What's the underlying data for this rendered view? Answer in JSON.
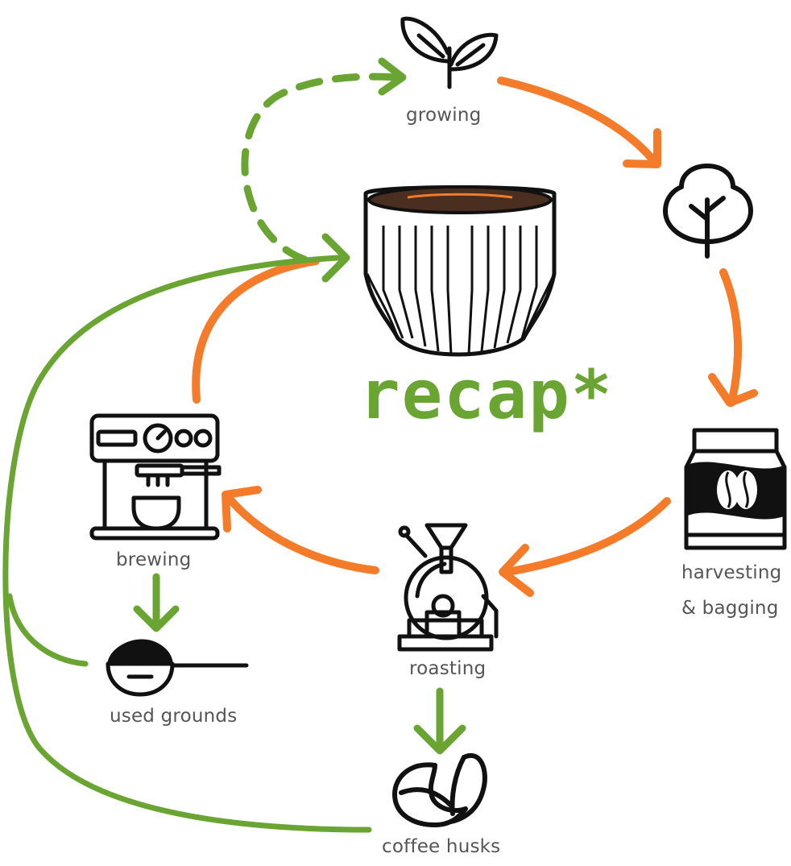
{
  "brand": {
    "name": "recap*",
    "color": "#6aa534"
  },
  "colors": {
    "orange": "#f47b2a",
    "green": "#6aa534",
    "icon": "#111111"
  },
  "stages": {
    "growing": {
      "label": "growing",
      "icon": "sprout-icon"
    },
    "tree": {
      "icon": "tree-icon"
    },
    "harvesting": {
      "label_line1": "harvesting",
      "label_line2": "& bagging",
      "icon": "coffee-bag-icon"
    },
    "roasting": {
      "label": "roasting",
      "icon": "roaster-icon"
    },
    "brewing": {
      "label": "brewing",
      "icon": "espresso-machine-icon"
    },
    "used_grounds": {
      "label": "used grounds",
      "icon": "scoop-icon"
    },
    "coffee_husks": {
      "label": "coffee husks",
      "icon": "husk-icon"
    },
    "cup": {
      "icon": "recap-cup-icon"
    }
  }
}
